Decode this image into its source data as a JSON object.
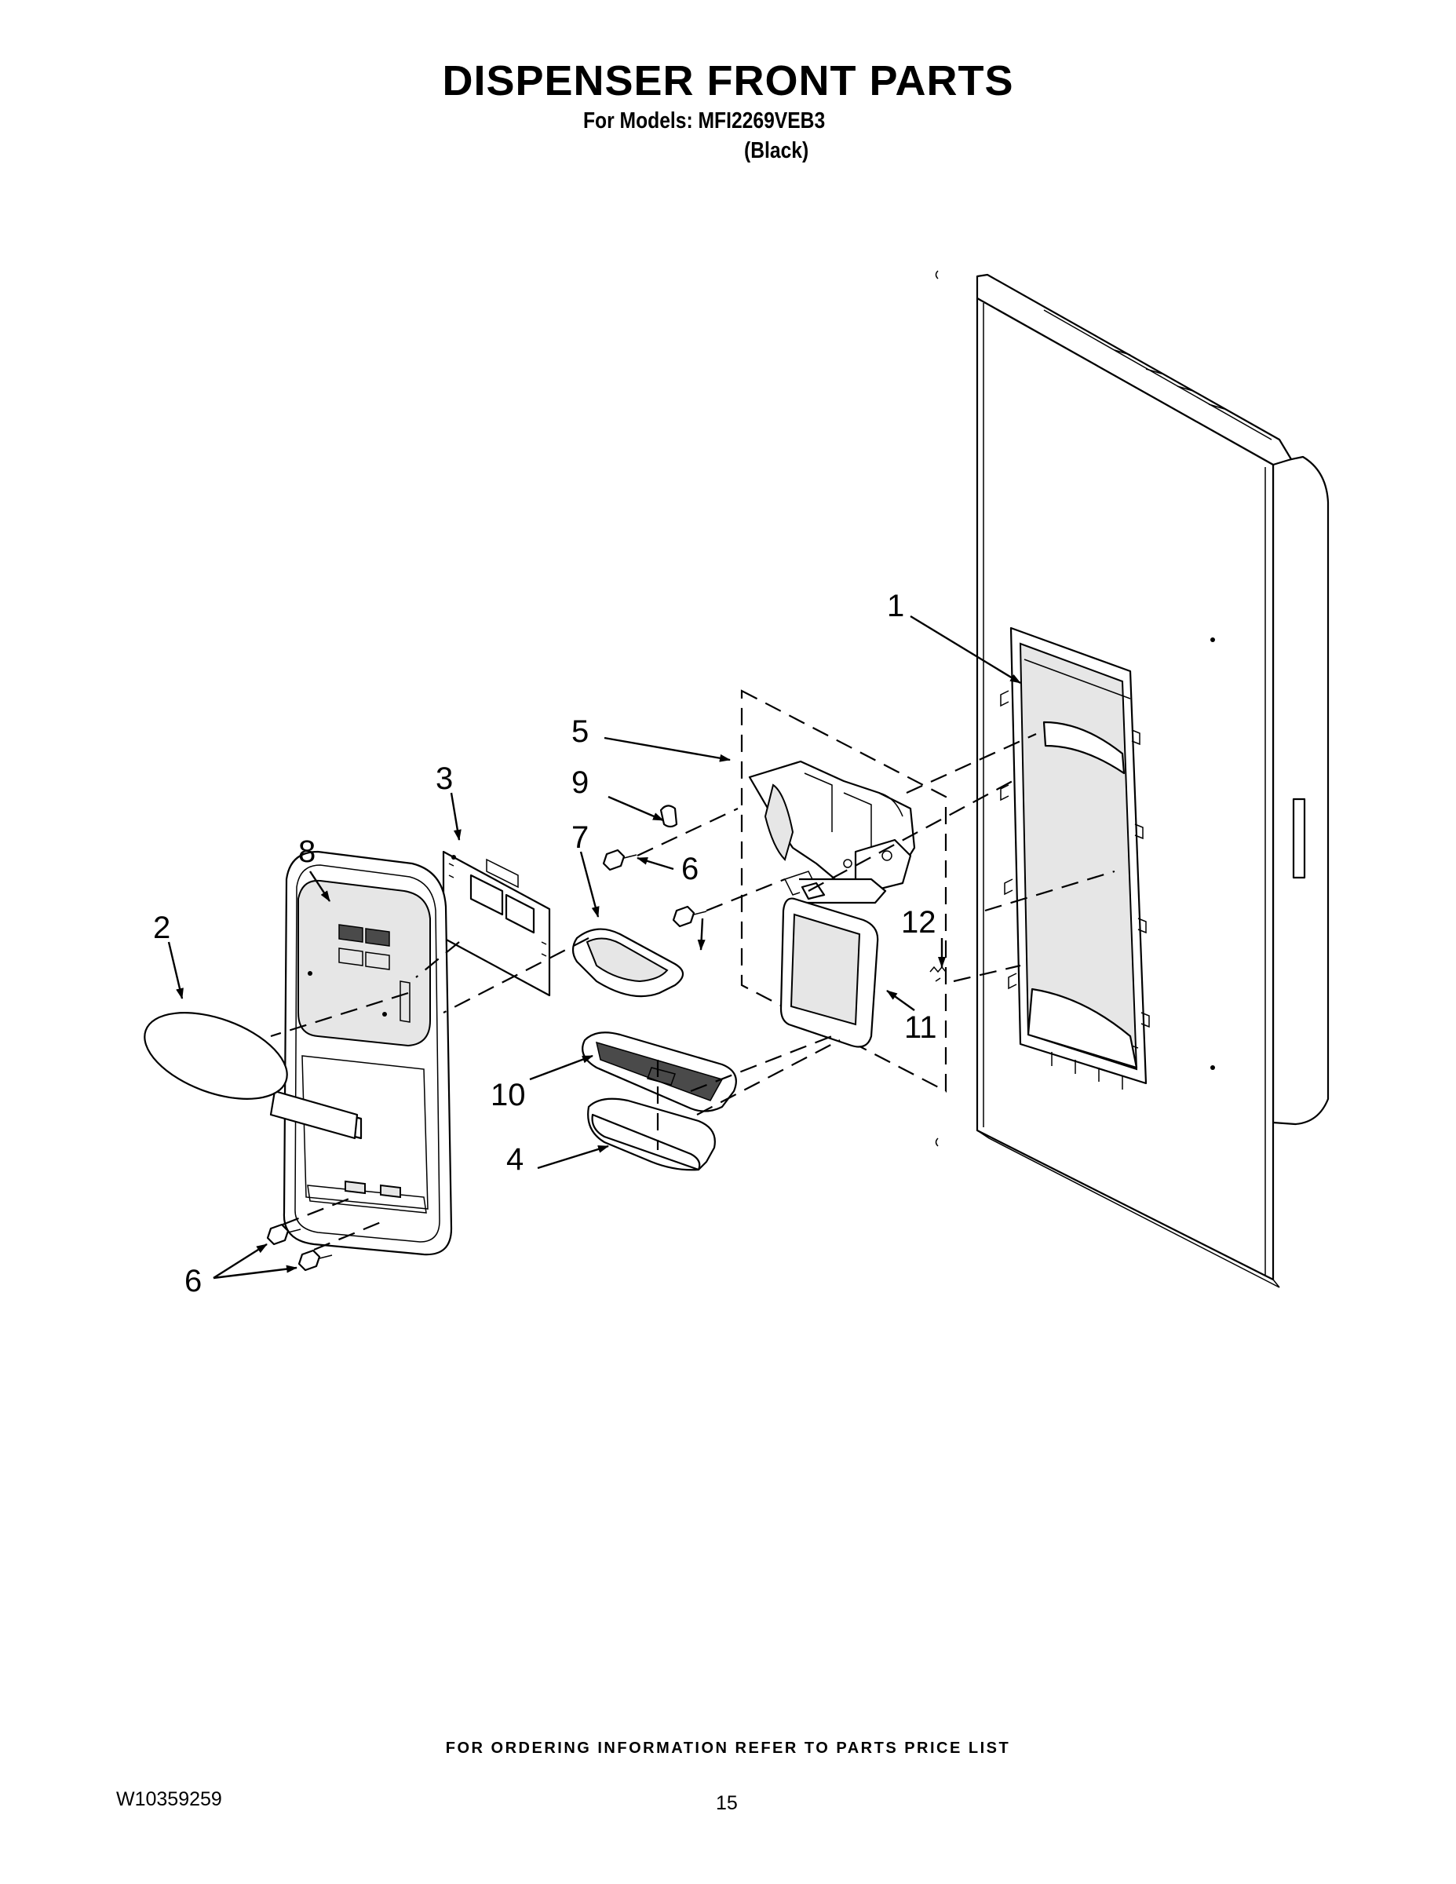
{
  "header": {
    "title": "DISPENSER FRONT PARTS",
    "models_line": "For Models: MFI2269VEB3",
    "color_line": "(Black)"
  },
  "callouts": {
    "c1": "1",
    "c2": "2",
    "c3": "3",
    "c4": "4",
    "c5": "5",
    "c6a": "6",
    "c6b": "6",
    "c7": "7",
    "c8": "8",
    "c9": "9",
    "c10": "10",
    "c11": "11",
    "c12": "12"
  },
  "footer": {
    "ordering_note": "FOR ORDERING INFORMATION REFER TO PARTS PRICE LIST",
    "document_number": "W10359259",
    "page_number": "15"
  }
}
